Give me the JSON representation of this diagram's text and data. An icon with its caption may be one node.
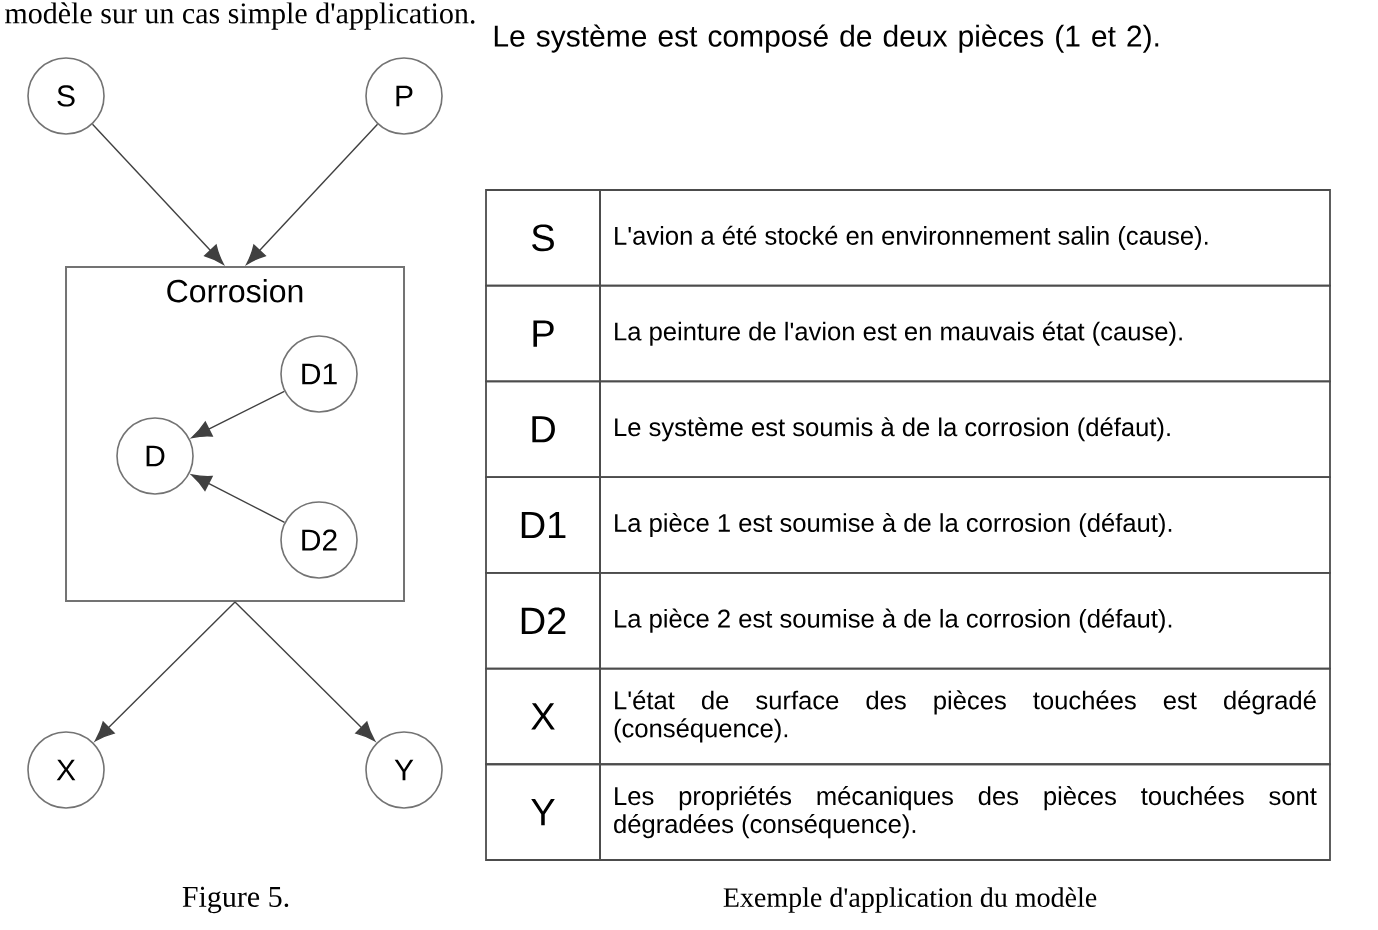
{
  "diagram": {
    "caption": "Exemple d'application du modèle",
    "nodes": [
      {
        "text": [
          "S"
        ]
      },
      {
        "text": [
          "P"
        ]
      },
      {
        "text": [
          "Corrosion"
        ]
      },
      {
        "text": [
          "D1"
        ],
        "in": 2
      },
      {
        "text": [
          "D"
        ],
        "in": 2
      },
      {
        "text": [
          "D2"
        ],
        "in": 2
      },
      {
        "text": [
          "X"
        ]
      },
      {
        "text": [
          "Y"
        ]
      }
    ],
    "edges": [
      {
        "from": 0,
        "to": 2,
        "arrow": "to"
      },
      {
        "from": 1,
        "to": 2,
        "arrow": "to"
      },
      {
        "from": 3,
        "to": 4,
        "arrow": "to"
      },
      {
        "from": 5,
        "to": 4,
        "arrow": "to"
      },
      {
        "from": 2,
        "to": 6,
        "arrow": "to"
      },
      {
        "from": 2,
        "to": 7,
        "arrow": "to"
      }
    ],
    "labels": [
      "modèle sur un cas simple d'application.",
      "Le système est composé de deux pièces (1 et 2).",
      "S",
      "L'avion a été stocké en environnement salin (cause).",
      "P",
      "La peinture de l'avion est en mauvais état (cause).",
      "D",
      "Le système est soumis à de la corrosion (défaut).",
      "D1",
      "La pièce 1 est soumise à de la corrosion (défaut).",
      "D2",
      "La pièce 2 est soumise à de la corrosion (défaut).",
      "X",
      "L'état de surface des pièces touchées est dégradé (conséquence).",
      "Y",
      "Les propriétés mécaniques des pièces touchées sont dégradées (conséquence).",
      "Figure 5."
    ]
  }
}
